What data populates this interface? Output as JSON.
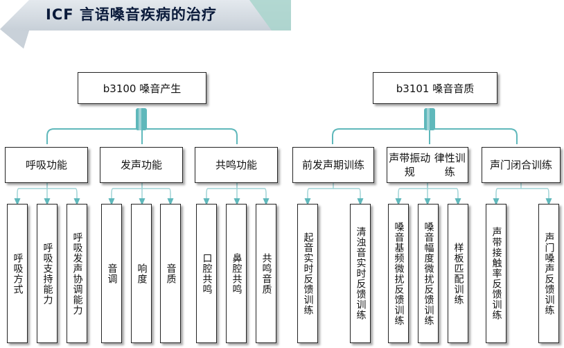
{
  "title": "ICF 言语嗓音疾病的治疗",
  "colors": {
    "banner_top": "#dce3ea",
    "banner_bottom": "#b9c3cd",
    "banner_accent": "#a9d5cc",
    "connector": "#5fb8bb",
    "connector_light": "#9fd3d6"
  },
  "left_root": "b3100 嗓音产生",
  "right_root": "b3101 嗓音音质",
  "categories": [
    {
      "lines": [
        "呼吸功能"
      ],
      "leaves": [
        "呼吸方式",
        "呼吸支持能力",
        "呼吸发声协调能力"
      ]
    },
    {
      "lines": [
        "发声功能"
      ],
      "leaves": [
        "音调",
        "响度",
        "音质"
      ]
    },
    {
      "lines": [
        "共鸣功能"
      ],
      "leaves": [
        "口腔共鸣",
        "鼻腔共鸣",
        "共鸣音质"
      ]
    },
    {
      "lines": [
        "前发声期",
        "训练"
      ],
      "leaves": [
        "起音实时反馈训练",
        "清浊音实时反馈训练"
      ]
    },
    {
      "lines": [
        "声带振动规",
        "律性训练"
      ],
      "leaves": [
        "嗓音基频微扰反馈训练",
        "嗓音幅度微扰反馈训练",
        "样板匹配训练"
      ]
    },
    {
      "lines": [
        "声门闭合",
        "训练"
      ],
      "leaves": [
        "声带接触率反馈训练",
        "声门嗓声反馈训练"
      ]
    }
  ]
}
